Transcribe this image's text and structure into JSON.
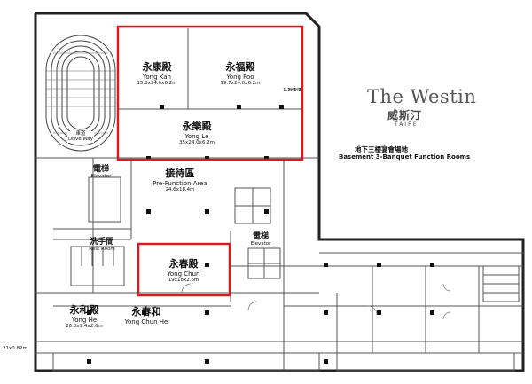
{
  "brand": {
    "name": "The Westin",
    "logo_text": "威斯汀",
    "city": "TAIPEI"
  },
  "floor": {
    "title_zh": "地下三樓宴會場地",
    "title_en": "Basement 3-Banquet Function Rooms"
  },
  "rooms": {
    "yong_kan": {
      "zh": "永康殿",
      "en": "Yong Kan",
      "dims": "15.6x24.0x6.2m"
    },
    "yong_foo": {
      "zh": "永福殿",
      "en": "Yong Foo",
      "dims": "19.7x24.0x6.2m"
    },
    "yong_le": {
      "zh": "永樂殿",
      "en": "Yong Le",
      "dims": "35x24.0x6.2m"
    },
    "prefunction": {
      "zh": "接待區",
      "en": "Pre-Function Area",
      "dims": "24.6x18.4m"
    },
    "yong_chun": {
      "zh": "永春殿",
      "en": "Yong Chun",
      "dims": "19x18x2.6m"
    },
    "yong_he": {
      "zh": "永和殿",
      "en": "Yong He",
      "dims": "20.8x9.4x2.6m"
    },
    "yong_chun_he": {
      "zh": "永春和",
      "en": "Yong Chun He"
    }
  },
  "facilities": {
    "elevator_1_zh": "電梯",
    "elevator_1_en": "Elevator",
    "elevator_2_zh": "電梯",
    "elevator_2_en": "Elevator",
    "restroom_zh": "洗手間",
    "restroom_en": "Rest Room",
    "driveway_zh": "車道",
    "driveway_en": "Drive Way"
  },
  "annotations": {
    "column_spacing": "1.2x1.2",
    "outside_dims": "21x0.82m"
  },
  "colors": {
    "highlight": "#d81b23",
    "wall": "#222222",
    "line": "#555555",
    "brand": "#555555"
  }
}
